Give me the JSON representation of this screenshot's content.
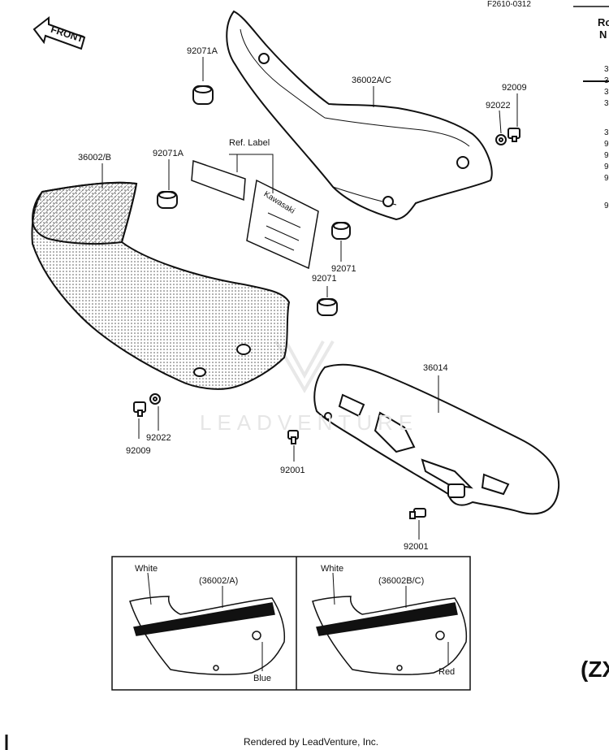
{
  "header": {
    "code": "F2610-0312"
  },
  "front_arrow": {
    "label": "FRONT"
  },
  "part_labels": {
    "p92071a_top": "92071A",
    "p36002ac": "36002A/C",
    "p92009_top": "92009",
    "p92022_top": "92022",
    "p36002b": "36002/B",
    "p92071a_mid": "92071A",
    "ref_label": "Ref. Label",
    "p92071_a": "92071",
    "p92071_b": "92071",
    "p36014": "36014",
    "p92022_bot": "92022",
    "p92009_bot": "92009",
    "p92001_a": "92001",
    "p92001_b": "92001"
  },
  "decal": {
    "brand": "Kawasaki"
  },
  "inset_left": {
    "white": "White",
    "part": "(36002/A)",
    "color": "Blue"
  },
  "inset_right": {
    "white": "White",
    "part": "(36002B/C)",
    "color": "Red"
  },
  "right_table": {
    "title_line1": "Ro",
    "title_line2": "N",
    "rows": [
      "3",
      "3",
      "3",
      "3",
      "3",
      "9",
      "9",
      "9",
      "9",
      "9"
    ]
  },
  "model_tag": "(ZX",
  "watermark": "LEADVENTURE",
  "footer": "Rendered by LeadVenture, Inc.",
  "colors": {
    "line": "#111111",
    "watermark": "#e6e6e6"
  }
}
